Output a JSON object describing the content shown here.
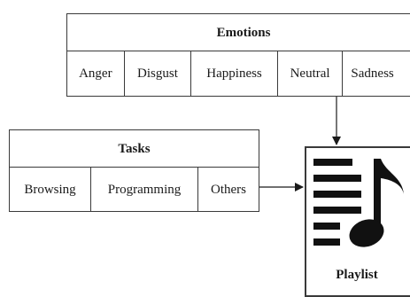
{
  "emotions": {
    "title": "Emotions",
    "items": [
      "Anger",
      "Disgust",
      "Happiness",
      "Neutral",
      "Sadness"
    ]
  },
  "tasks": {
    "title": "Tasks",
    "items": [
      "Browsing",
      "Programming",
      "Others"
    ]
  },
  "playlist": {
    "label": "Playlist",
    "icon": "playlist-music-icon"
  }
}
